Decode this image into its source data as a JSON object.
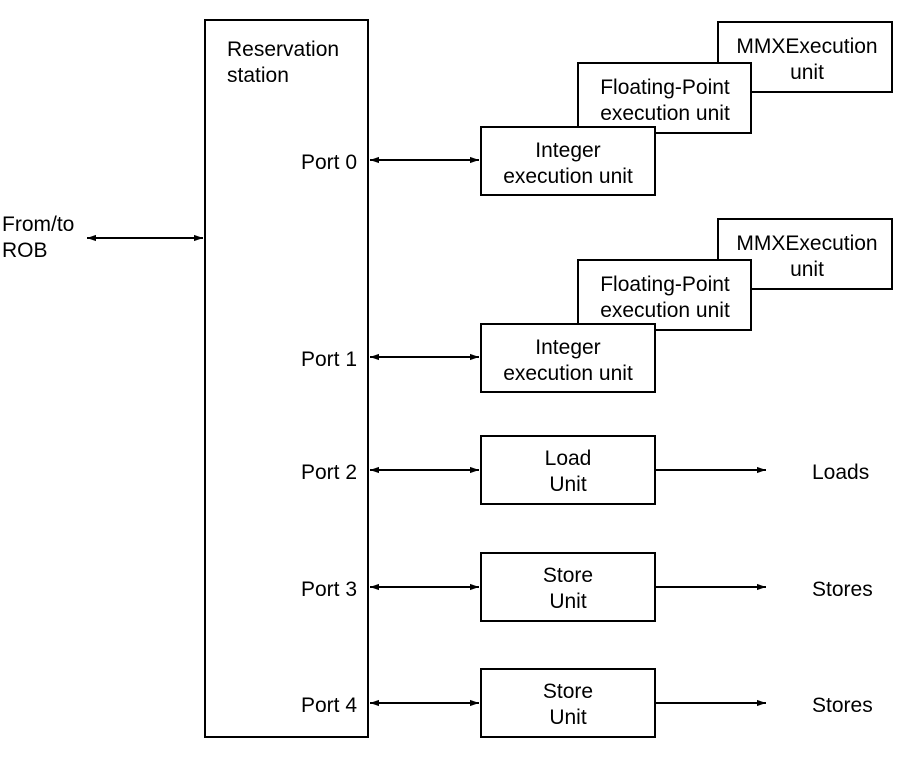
{
  "reservation_station": {
    "line1": "Reservation",
    "line2": "station"
  },
  "rob": {
    "line1": "From/to",
    "line2": "ROB"
  },
  "ports": [
    {
      "label": "Port 0"
    },
    {
      "label": "Port 1"
    },
    {
      "label": "Port 2"
    },
    {
      "label": "Port 3"
    },
    {
      "label": "Port 4"
    }
  ],
  "stack0": {
    "mmx": {
      "line1": "MMXExecution",
      "line2": "unit"
    },
    "fp": {
      "line1": "Floating-Point",
      "line2": "execution unit"
    },
    "int": {
      "line1": "Integer",
      "line2": "execution unit"
    }
  },
  "stack1": {
    "mmx": {
      "line1": "MMXExecution",
      "line2": "unit"
    },
    "fp": {
      "line1": "Floating-Point",
      "line2": "execution unit"
    },
    "int": {
      "line1": "Integer",
      "line2": "execution unit"
    }
  },
  "load_unit": {
    "line1": "Load",
    "line2": "Unit",
    "output": "Loads"
  },
  "store_unit_1": {
    "line1": "Store",
    "line2": "Unit",
    "output": "Stores"
  },
  "store_unit_2": {
    "line1": "Store",
    "line2": "Unit",
    "output": "Stores"
  }
}
